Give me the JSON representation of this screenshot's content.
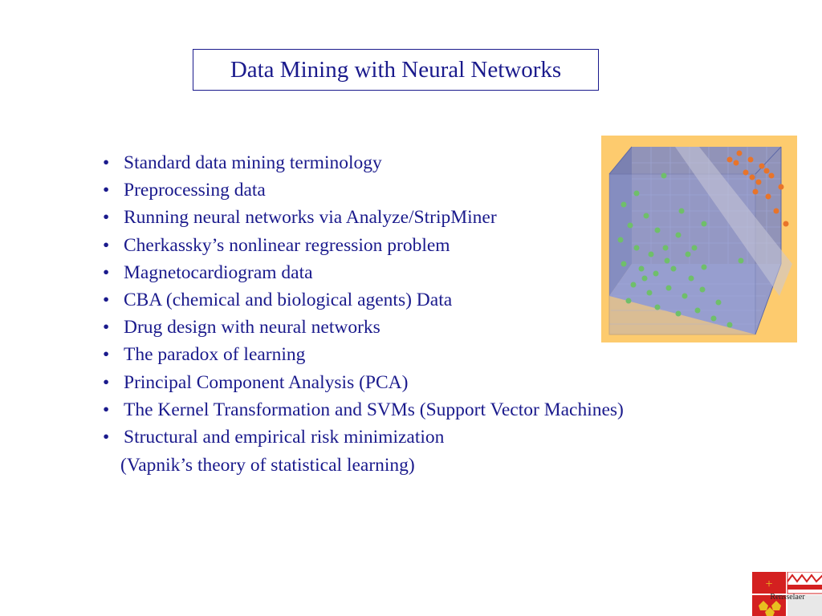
{
  "slide": {
    "title": "Data Mining with Neural Networks",
    "bullets": [
      "Standard data mining terminology",
      "Preprocessing data",
      "Running neural networks via Analyze/StripMiner",
      "Cherkassky’s nonlinear regression problem",
      "Magnetocardiogram data",
      "CBA (chemical and biological agents) Data",
      "Drug design with neural networks",
      "The paradox of learning",
      "Principal Component Analysis (PCA)",
      "The Kernel Transformation and SVMs (Support Vector Machines)",
      "Structural and empirical risk minimization"
    ],
    "continuation": "(Vapnik’s theory of statistical learning)",
    "bullet_char": "•"
  },
  "figure": {
    "background_color": "#fdcb6e",
    "cube_color": "#8090c8",
    "point_color_class_a": "#6fbf6a",
    "point_color_class_b": "#e8742a",
    "plane_color": "#c8c8d8"
  },
  "logo": {
    "text": "Rensselaer",
    "flag_red": "#d42020",
    "crown_color": "#e8c020"
  }
}
